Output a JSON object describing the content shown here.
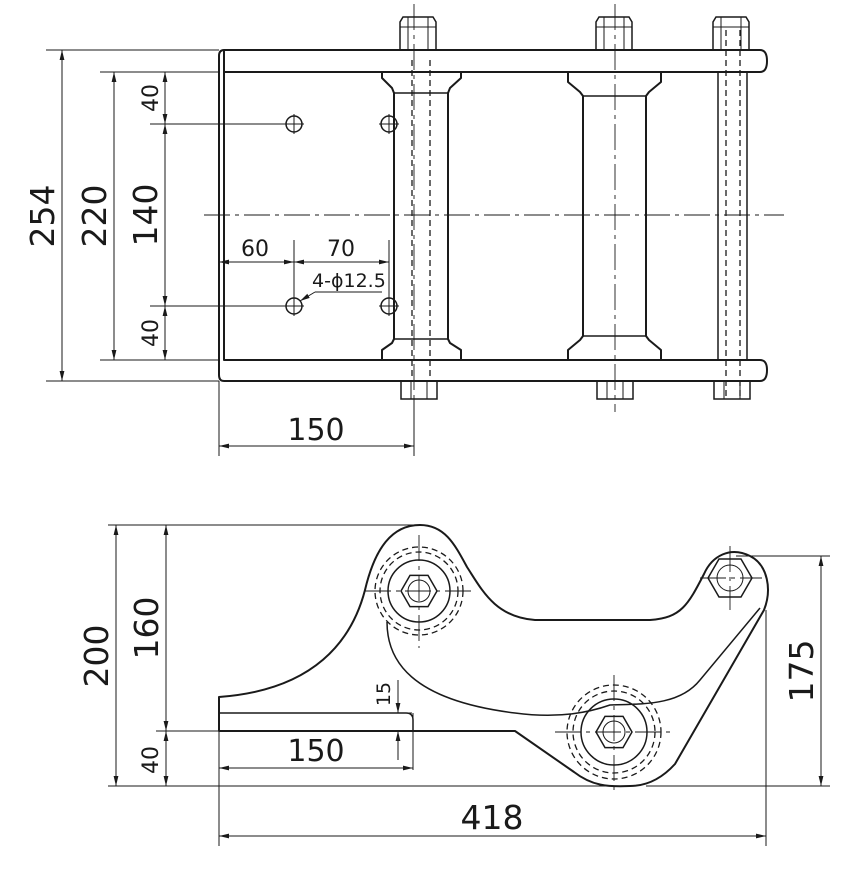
{
  "top_view": {
    "dims": {
      "overall_height": "254",
      "inner_height": "220",
      "hole_spacing_v": "140",
      "top_offset": "40",
      "bottom_offset": "40",
      "hole_offset_h": "60",
      "hole_spacing_h": "70",
      "hole_callout": "4-ϕ12.5",
      "roller_distance": "150"
    }
  },
  "side_view": {
    "dims": {
      "overall_height": "200",
      "arm_height": "160",
      "base_height": "40",
      "slot_thickness": "15",
      "slot_length": "150",
      "overall_length": "418",
      "right_height": "175"
    }
  }
}
